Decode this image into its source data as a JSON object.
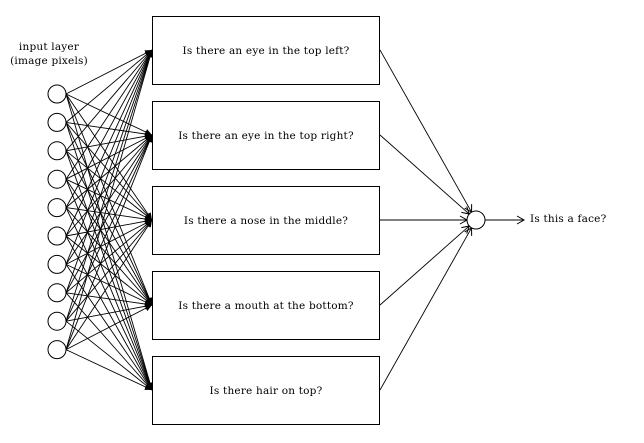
{
  "input_layer": {
    "title_line1": "input layer",
    "title_line2": "(image pixels)",
    "node_count": 10
  },
  "questions": [
    {
      "label": "Is there an eye in the top left?"
    },
    {
      "label": "Is there an eye in the top right?"
    },
    {
      "label": "Is there a nose in the middle?"
    },
    {
      "label": "Is there a mouth at the bottom?"
    },
    {
      "label": "Is there hair on top?"
    }
  ],
  "output": {
    "label": "Is this a face?"
  },
  "colors": {
    "stroke": "#000000",
    "background": "#ffffff"
  }
}
